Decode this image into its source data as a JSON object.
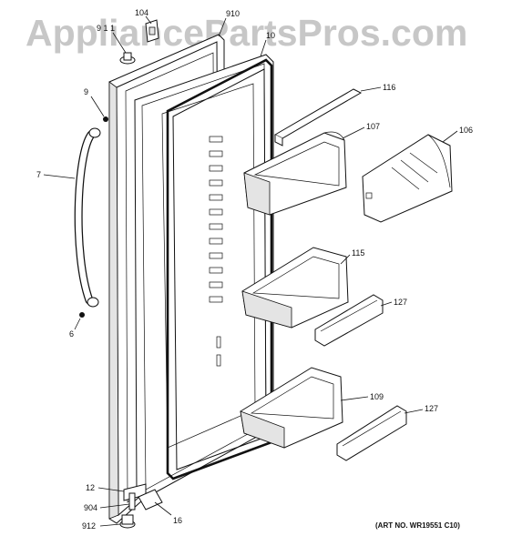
{
  "watermark": "AppliancePartsPros.com",
  "art_number": "(ART NO. WR19551 C10)",
  "callouts": {
    "p104": "104",
    "p911": "9 1 1",
    "p910": "910",
    "p10": "10",
    "p9": "9",
    "p7": "7",
    "p6": "6",
    "p116": "116",
    "p107": "107",
    "p106": "106",
    "p115": "115",
    "p127a": "127",
    "p109": "109",
    "p127b": "127",
    "p12": "12",
    "p904": "904",
    "p16": "16",
    "p912": "912"
  }
}
